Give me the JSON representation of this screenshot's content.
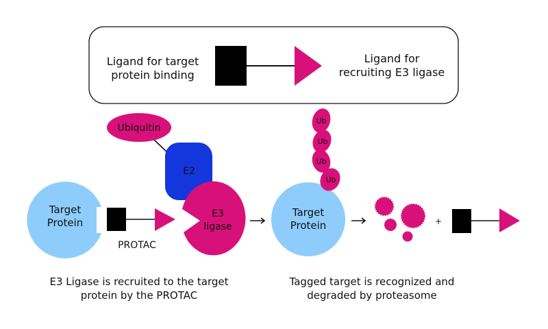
{
  "legend": {
    "left_label_line1": "Ligand for target",
    "left_label_line2": "protein binding",
    "right_label_line1": "Ligand for",
    "right_label_line2": "recruiting E3 ligase"
  },
  "step1": {
    "ubiquitin_label": "Ubiquitin",
    "e2_label": "E2",
    "e3_label_line1": "E3",
    "e3_label_line2": "ligase",
    "target_label_line1": "Target",
    "target_label_line2": "Protein",
    "protac_label": "PROTAC",
    "caption_line1": "E3 Ligase is recruited to the target",
    "caption_line2": "protein by the PROTAC"
  },
  "step2": {
    "ub_labels": [
      "Ub",
      "Ub",
      "Ub",
      "Ub"
    ],
    "target_label_line1": "Target",
    "target_label_line2": "Protein",
    "caption_line1": "Tagged target is recognized and",
    "caption_line2": "degraded by proteasome"
  },
  "step3": {
    "plus_sign": "+"
  },
  "colors": {
    "magenta": "#d8117a",
    "blue": "#1436dd",
    "light_blue": "#8ecdfb",
    "black": "#000000"
  }
}
